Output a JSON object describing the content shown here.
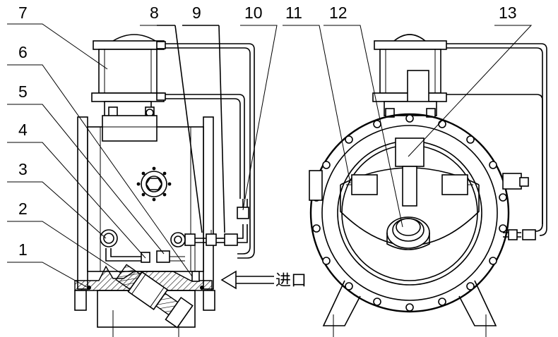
{
  "callouts": [
    "1",
    "2",
    "3",
    "4",
    "5",
    "6",
    "7",
    "8",
    "9",
    "10",
    "11",
    "12",
    "13"
  ],
  "inlet_label": "进口"
}
